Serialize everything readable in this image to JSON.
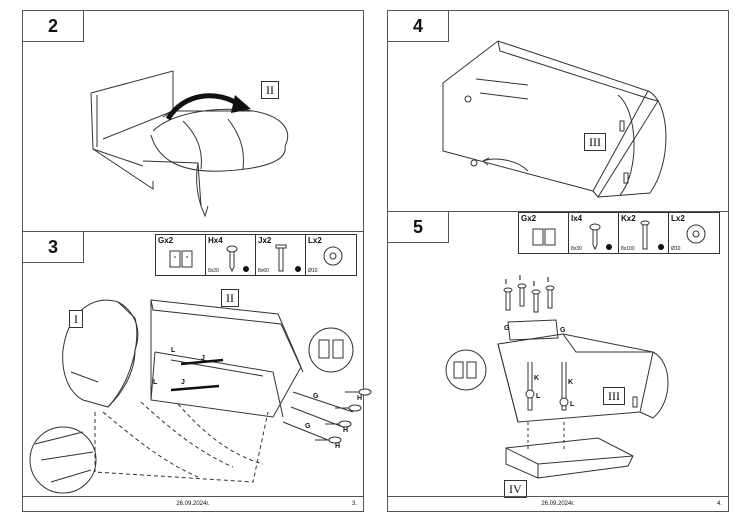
{
  "pages": [
    {
      "footer": {
        "date": "26.09.2024r.",
        "number": "3."
      },
      "steps": [
        {
          "number": "2",
          "labels": [
            "II"
          ]
        },
        {
          "number": "3",
          "labels": [
            "I",
            "II"
          ],
          "callouts": [
            "L",
            "J",
            "L",
            "J",
            "G",
            "H",
            "G",
            "H",
            "H"
          ],
          "parts": [
            {
              "label": "Gx2",
              "spec": ""
            },
            {
              "label": "Hx4",
              "spec": "8x20"
            },
            {
              "label": "Jx2",
              "spec": "8x60"
            },
            {
              "label": "Lx2",
              "spec": "Ø10"
            }
          ]
        }
      ]
    },
    {
      "footer": {
        "date": "26.09.2024r.",
        "number": "4."
      },
      "steps": [
        {
          "number": "4",
          "labels": [
            "III"
          ]
        },
        {
          "number": "5",
          "labels": [
            "III",
            "IV"
          ],
          "callouts": [
            "I",
            "I",
            "I",
            "I",
            "G",
            "G",
            "K",
            "K",
            "L",
            "L"
          ],
          "parts": [
            {
              "label": "Gx2",
              "spec": ""
            },
            {
              "label": "Ix4",
              "spec": "8x30"
            },
            {
              "label": "Kx2",
              "spec": "8x100"
            },
            {
              "label": "Lx2",
              "spec": "Ø10"
            }
          ]
        }
      ]
    }
  ]
}
